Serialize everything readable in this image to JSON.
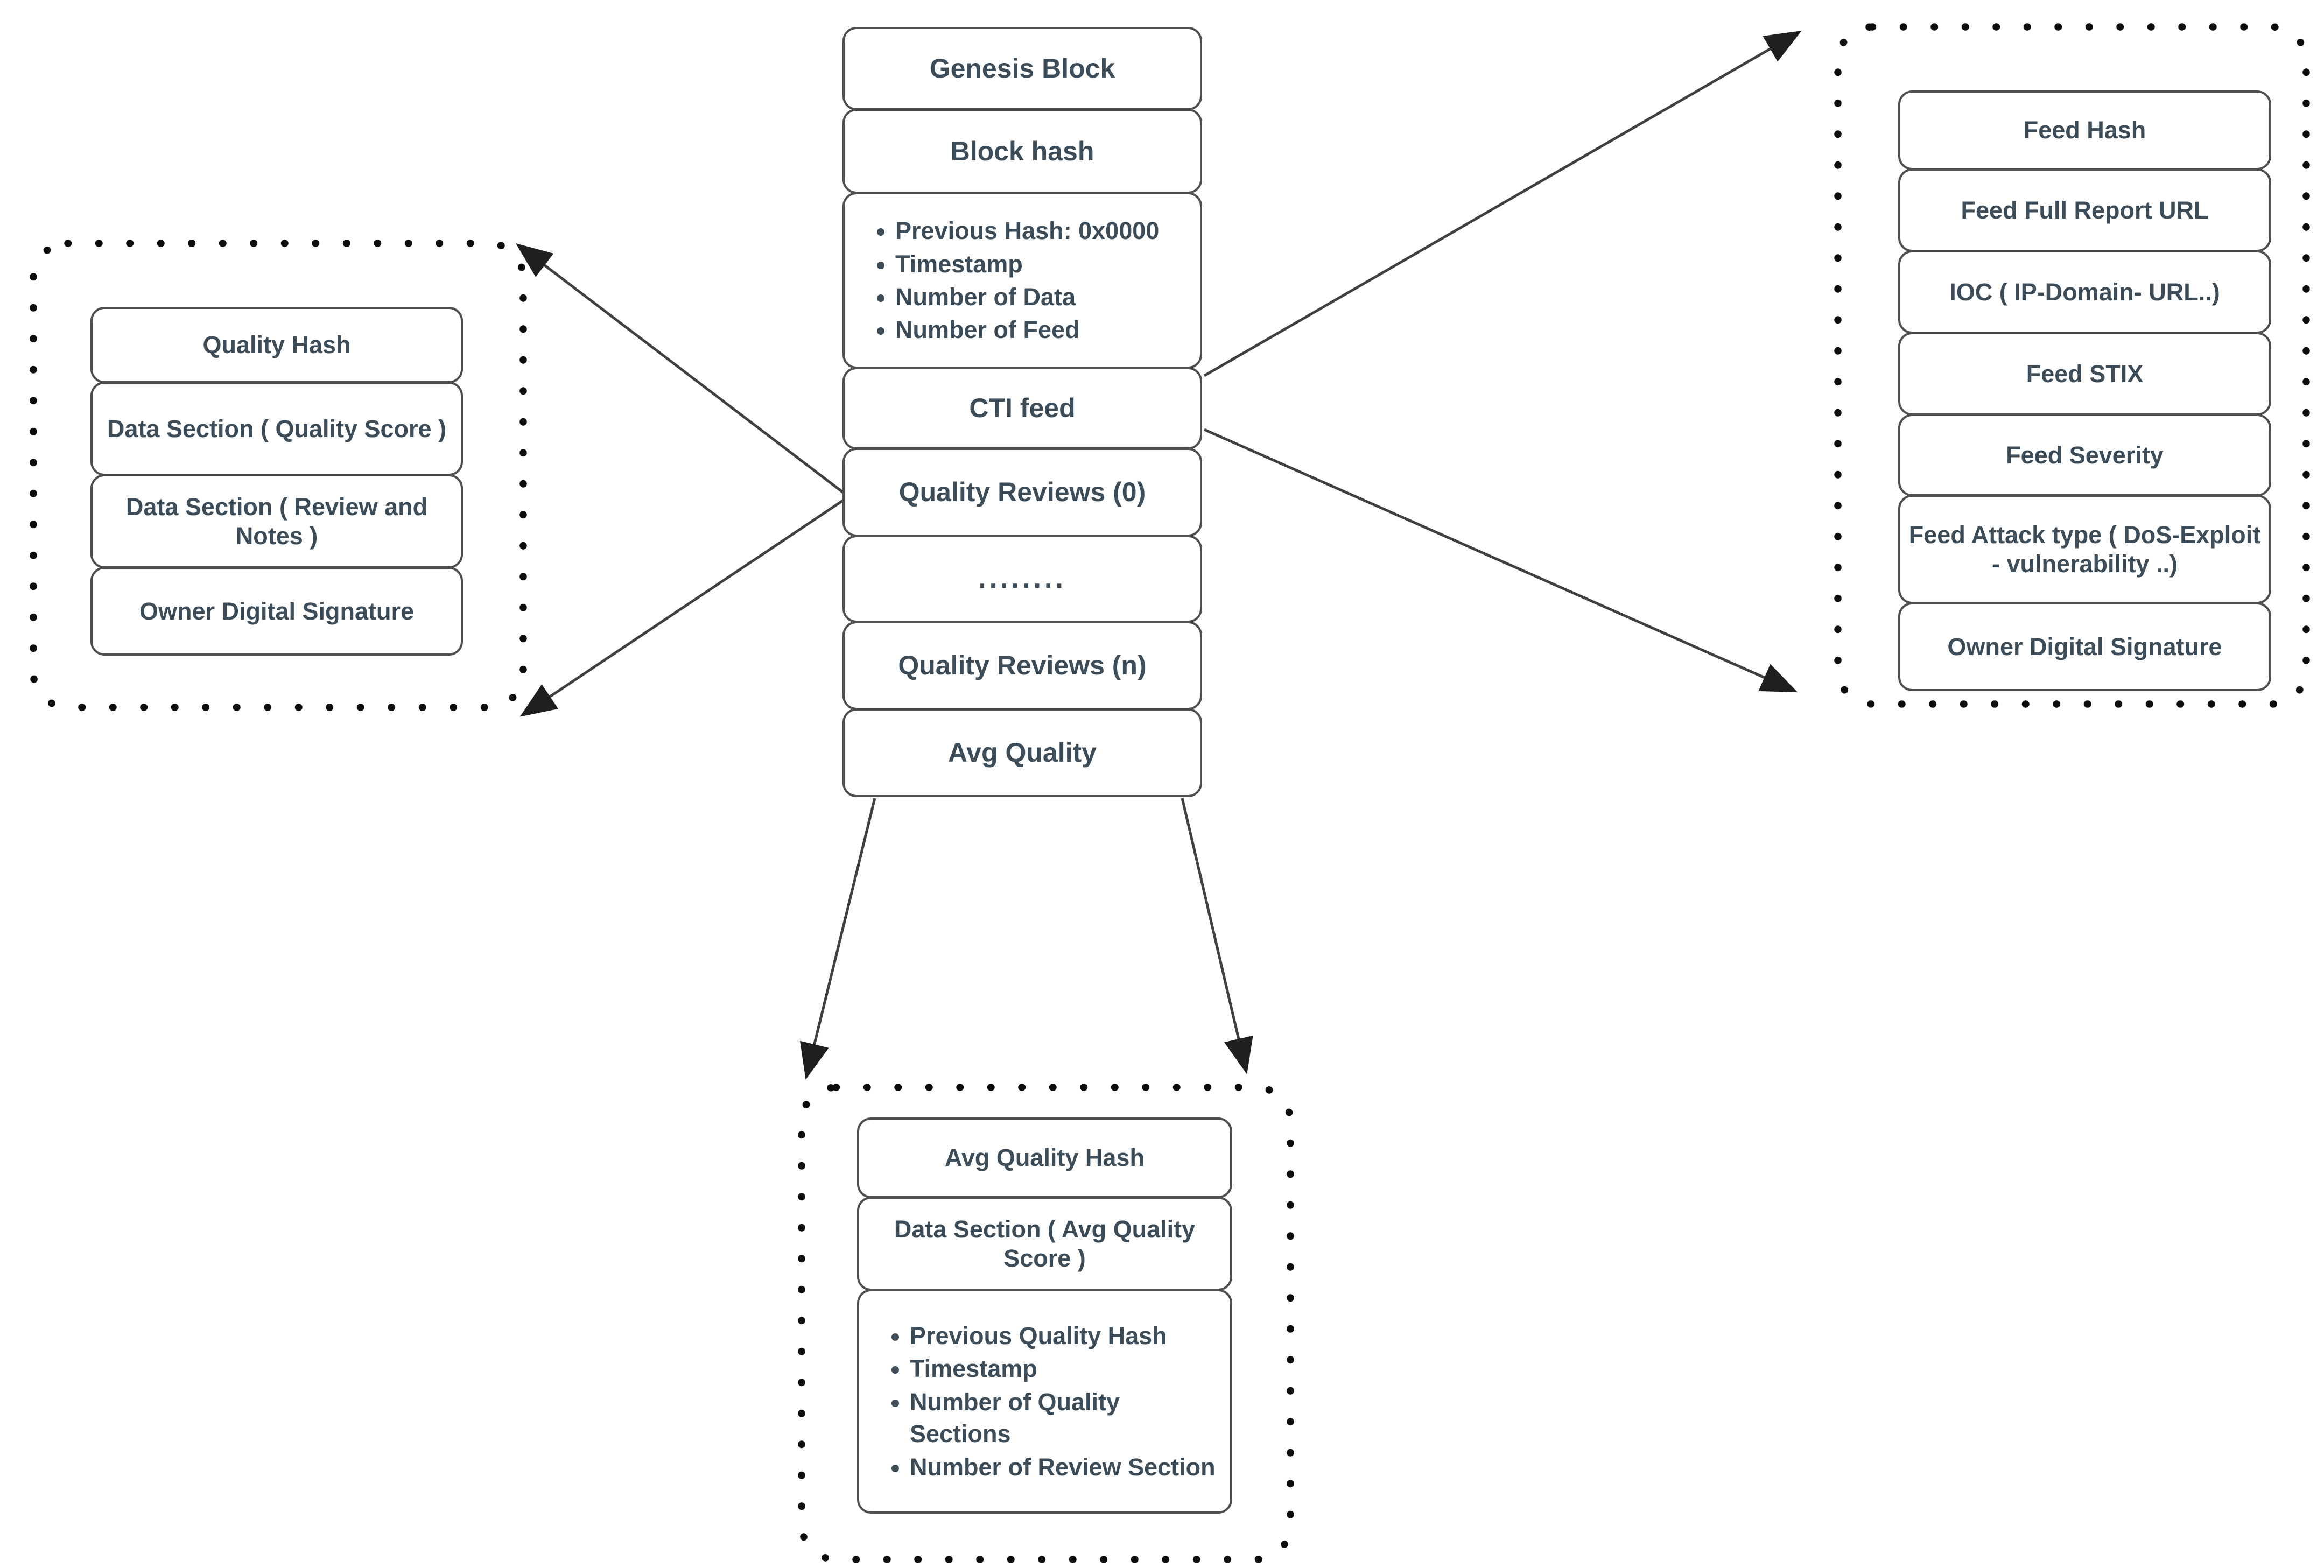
{
  "center_stack": {
    "genesis_label": "Genesis Block",
    "block_hash_label": "Block hash",
    "header_fields": [
      "Previous Hash: 0x0000",
      "Timestamp",
      "Number of Data",
      "Number of Feed"
    ],
    "cti_feed_label": "CTI feed",
    "quality_reviews_first_label": "Quality Reviews (0)",
    "ellipsis_label": "........",
    "quality_reviews_last_label": "Quality Reviews (n)",
    "avg_quality_label": "Avg Quality"
  },
  "quality_review_block": {
    "quality_hash_label": "Quality Hash",
    "data_quality_score_label": "Data Section ( Quality Score )",
    "data_review_notes_label": "Data Section ( Review and Notes )",
    "owner_signature_label": "Owner Digital Signature"
  },
  "cti_feed_block": {
    "feed_hash_label": "Feed Hash",
    "feed_report_url_label": "Feed Full Report URL",
    "ioc_label": "IOC ( IP-Domain- URL..)",
    "feed_stix_label": "Feed STIX",
    "feed_severity_label": "Feed Severity",
    "feed_attack_type_label": "Feed Attack type ( DoS-Exploit - vulnerability ..)",
    "owner_signature_label": "Owner Digital Signature"
  },
  "avg_quality_block": {
    "avg_quality_hash_label": "Avg Quality Hash",
    "data_avg_quality_score_label": "Data Section ( Avg Quality Score )",
    "fields": [
      "Previous Quality Hash",
      "Timestamp",
      "Number of Quality Sections",
      "Number of Review Section"
    ]
  },
  "colors": {
    "text": "#3d4c59",
    "node_border": "#4f4f4f",
    "node_fill": "#ffffff",
    "arrow_line": "#404040",
    "arrow_head": "#1f1f1f",
    "dotted_border": "#0d0d0d",
    "background": "#ffffff"
  }
}
